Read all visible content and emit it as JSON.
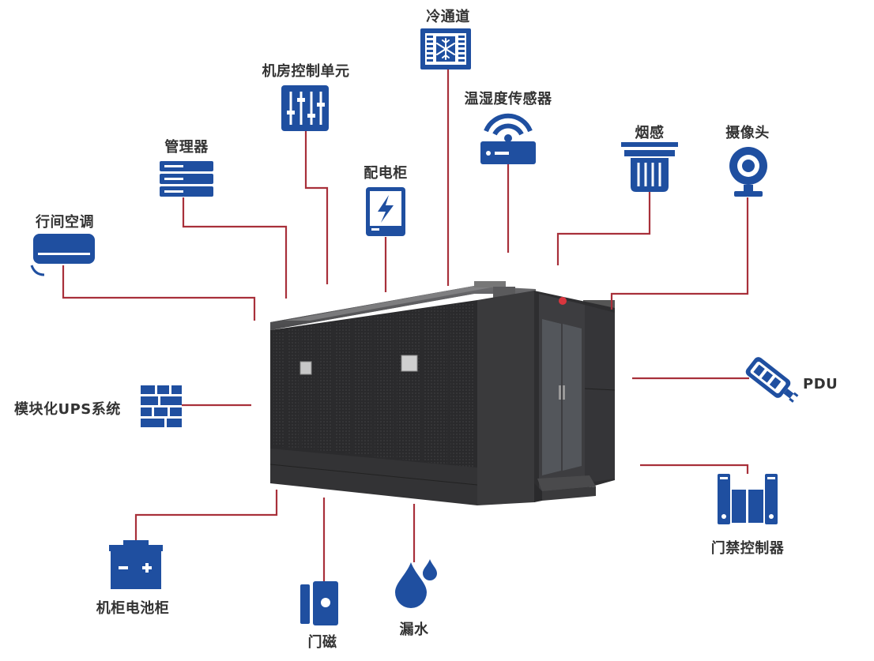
{
  "colors": {
    "icon": "#1f4fa0",
    "connector": "#a8303a",
    "label": "#333333",
    "cabinet_dark": "#2c2c2e",
    "cabinet_light": "#4a4a4d"
  },
  "components": {
    "cold_aisle": {
      "label": "冷通道",
      "icon": "snowflake-icon"
    },
    "room_controller": {
      "label": "机房控制单元",
      "icon": "sliders-icon"
    },
    "th_sensor": {
      "label": "温湿度传感器",
      "icon": "wifi-router-icon"
    },
    "manager": {
      "label": "管理器",
      "icon": "server-icon"
    },
    "pdc": {
      "label": "配电柜",
      "icon": "lightning-icon"
    },
    "smoke": {
      "label": "烟感",
      "icon": "smoke-detector-icon"
    },
    "camera": {
      "label": "摄像头",
      "icon": "webcam-icon"
    },
    "inrow_ac": {
      "label": "行间空调",
      "icon": "air-conditioner-icon"
    },
    "ups": {
      "label": "模块化UPS系统",
      "icon": "brick-wall-icon"
    },
    "pdu": {
      "label": "PDU",
      "icon": "power-strip-icon"
    },
    "access": {
      "label": "门禁控制器",
      "icon": "access-gate-icon"
    },
    "battery": {
      "label": "机柜电池柜",
      "icon": "battery-icon"
    },
    "door": {
      "label": "门磁",
      "icon": "door-sensor-icon"
    },
    "leak": {
      "label": "漏水",
      "icon": "water-drops-icon"
    }
  }
}
